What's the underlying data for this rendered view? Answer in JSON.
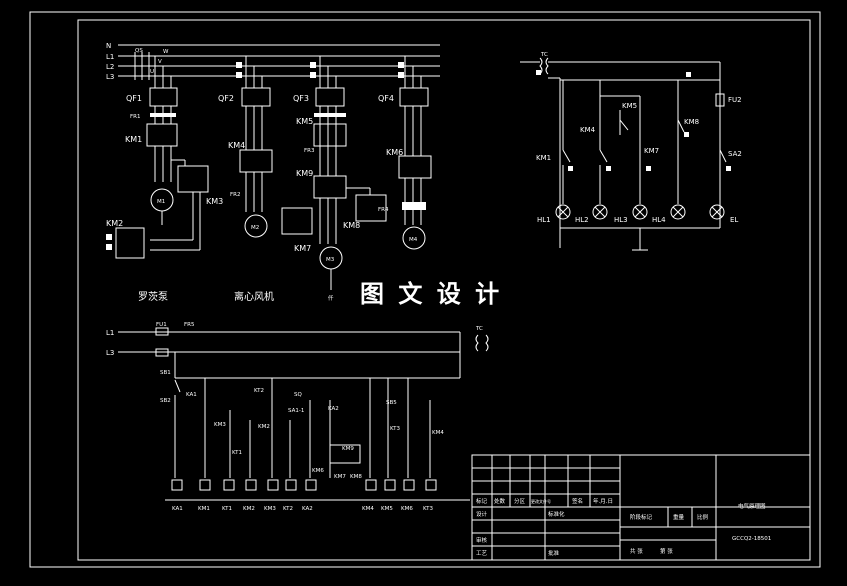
{
  "watermark": "图 文 设 计",
  "power_lines": [
    "N",
    "L1",
    "L2",
    "L3"
  ],
  "breaker_labels": [
    "QF1",
    "QF2",
    "QF3",
    "QF4"
  ],
  "top_labels": {
    "qs": "QS",
    "w": "W",
    "v": "V",
    "u": "U",
    "fr1": "FR1",
    "km1": "KM1",
    "km3": "KM3",
    "km2": "KM2",
    "m1": "M1",
    "km4": "KM4",
    "fr2": "FR2",
    "m2": "M2",
    "km5": "KM5",
    "fr3": "FR3",
    "km9": "KM9",
    "km8": "KM8",
    "fr4": "FR4",
    "km7": "KM7",
    "m3": "M3",
    "km6": "KM6",
    "m4": "M4"
  },
  "load_names": [
    "罗茨泵",
    "离心风机",
    "仟"
  ],
  "indicator": {
    "tc": "TC",
    "fu2": "FU2",
    "sa2": "SA2",
    "km5": "KM5",
    "km4": "KM4",
    "km8": "KM8",
    "km1": "KM1",
    "km7": "KM7",
    "lamps": [
      "HL1",
      "HL2",
      "HL3",
      "HL4",
      "EL"
    ]
  },
  "control": {
    "l1": "L1",
    "l3": "L3",
    "fu1": "FU1",
    "fr5": "FR5",
    "tc": "TC",
    "sb1": "SB1",
    "sb2": "SB2",
    "ka1": "KA1",
    "km3": "KM3",
    "kt1": "KT1",
    "kt2": "KT2",
    "km2": "KM2",
    "sq": "SQ",
    "sa11": "SA1-1",
    "ka2": "KA2",
    "km9": "KM9",
    "km6": "KM6",
    "km7": "KM7",
    "km8": "KM8",
    "sb5": "SB5",
    "kt3": "KT3",
    "km4": "KM4",
    "coils": [
      "KA1",
      "KM1",
      "KT1",
      "KM2",
      "KM3",
      "KT2",
      "KA2",
      "KM4",
      "KM5",
      "KM6",
      "KT3"
    ]
  },
  "title_block": {
    "biaoji": "标记",
    "chushu": "处数",
    "fenqu": "分区",
    "gengai": "更改文件号",
    "qianming": "签名",
    "riqi": "年.月.日",
    "sheji": "设计",
    "biaozhunhua": "标准化",
    "jieduan": "阶段标记",
    "zhongliang": "重量",
    "bili": "比例",
    "shenhe": "审核",
    "gongyi": "工艺",
    "pizhun": "批准",
    "gong_zhang": "共 张",
    "di_zhang": "第 张",
    "drawing_name": "电气原理图",
    "drawing_code": "GCCQ2-18501"
  }
}
